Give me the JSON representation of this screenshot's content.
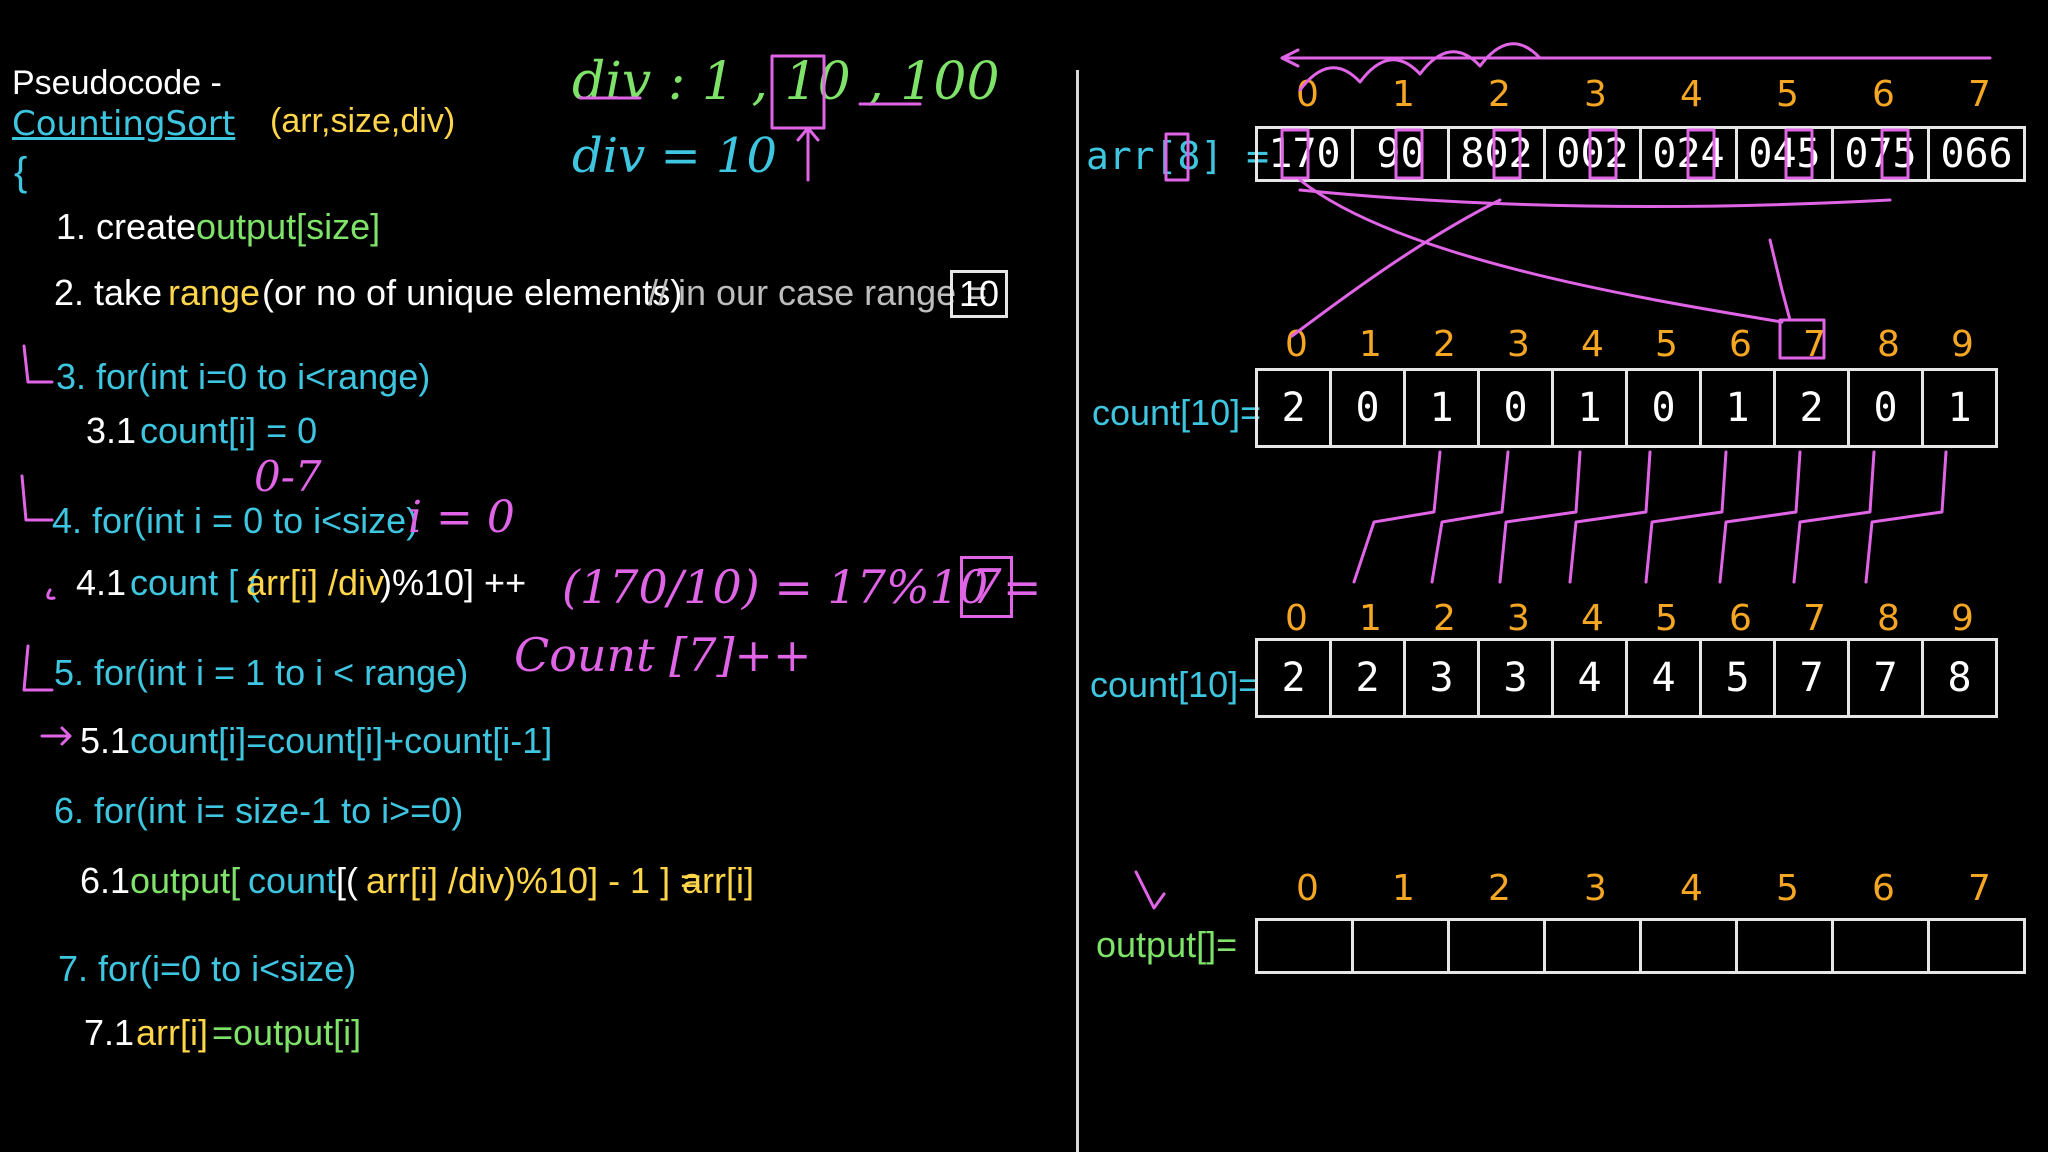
{
  "colors": {
    "background": "#000000",
    "text": "#ffffff",
    "cyan": "#3ec6e0",
    "green": "#7fe36a",
    "yellow": "#ffd54a",
    "orange": "#f5a623",
    "pink": "#e064e6",
    "white_chalk": "#e6e6e6"
  },
  "pseudocode": {
    "title": "Pseudocode -",
    "func_name": "CountingSort",
    "func_args": "(arr,size,div)",
    "open_brace": "{",
    "l1_num": "1. create",
    "l1_var": "output[size]",
    "l2_num": "2. take",
    "l2_var": "range",
    "l2_rest": "(or no of unique elements)",
    "l2_comment": "// in our case range =",
    "l2_value": "10",
    "l3": "3. for(int i=0 to i<range)",
    "l31_num": "3.1",
    "l31_code": "count[i] = 0",
    "l4": "4. for(int i = 0 to i<size)",
    "l41_num": "4.1",
    "l41_a": "count [ (",
    "l41_b": "arr[i] /div",
    "l41_c": ")%10] ++",
    "l5": "5. for(int i = 1 to i < range)",
    "l51_num": "5.1",
    "l51_code": "count[i]=count[i]+count[i-1]",
    "l6": "6. for(int i= size-1 to i>=0)",
    "l61_num": "6.1",
    "l61_a": "output[",
    "l61_b": "count",
    "l61_c": "[(",
    "l61_d": "arr[i] /div)%10] - 1 ] =",
    "l61_e": "arr[i]",
    "l7": "7. for(i=0 to i<size)",
    "l71_num": "7.1",
    "l71_a": "arr[i]",
    "l71_b": "=output[i]"
  },
  "annotations": {
    "div_list": "div : 1 , 10 , 100",
    "div_eq": "div = 10",
    "range_note": "0-7",
    "i_note": "i = 0",
    "calc": "(170/10) = 17%10 =",
    "calc_result": "7",
    "count_inc": "Count [7]++"
  },
  "arrays": {
    "arr_label": "arr[8] =",
    "arr_indices": [
      "0",
      "1",
      "2",
      "3",
      "4",
      "5",
      "6",
      "7"
    ],
    "arr_values": [
      "170",
      "90",
      "802",
      "002",
      "024",
      "045",
      "075",
      "066"
    ],
    "count1_label": "count[10]=",
    "count_indices": [
      "0",
      "1",
      "2",
      "3",
      "4",
      "5",
      "6",
      "7",
      "8",
      "9"
    ],
    "count1_values": [
      "2",
      "0",
      "1",
      "0",
      "1",
      "0",
      "1",
      "2",
      "0",
      "1"
    ],
    "count2_label": "count[10]=",
    "count2_values": [
      "2",
      "2",
      "3",
      "3",
      "4",
      "4",
      "5",
      "7",
      "7",
      "8"
    ],
    "output_label": "output[]=",
    "output_indices": [
      "0",
      "1",
      "2",
      "3",
      "4",
      "5",
      "6",
      "7"
    ],
    "output_values": [
      "",
      "",
      "",
      "",
      "",
      "",
      "",
      ""
    ]
  }
}
